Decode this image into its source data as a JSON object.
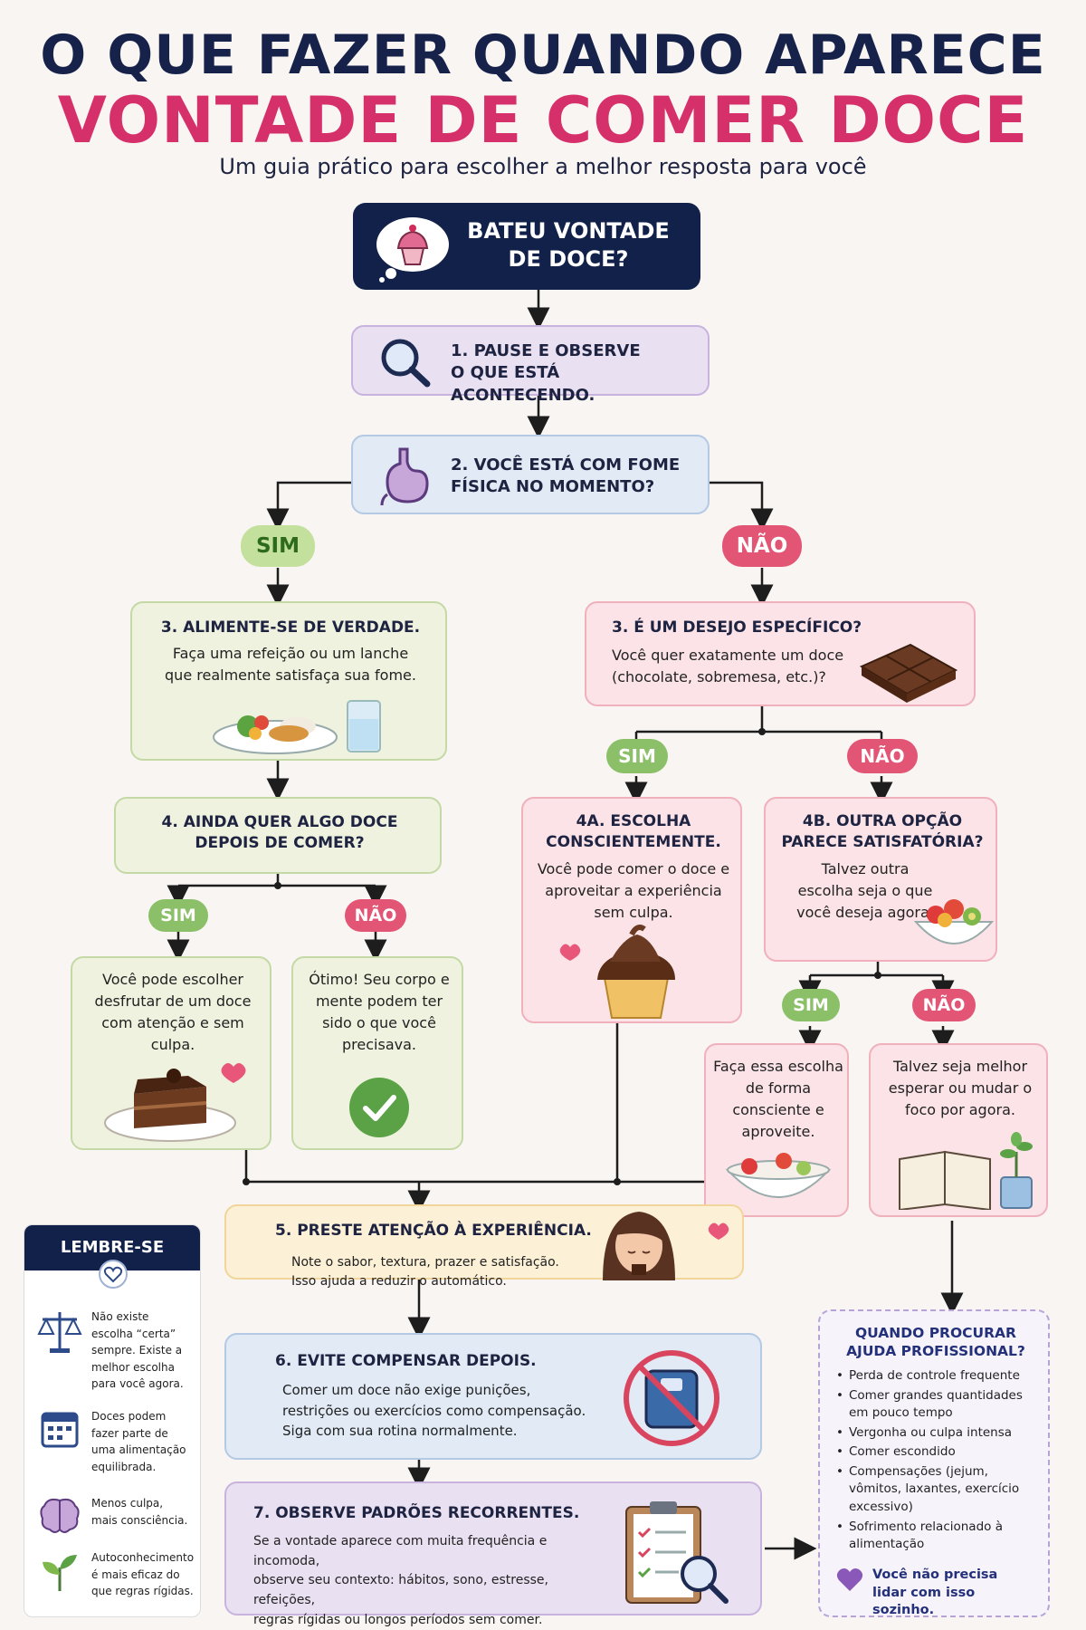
{
  "title": {
    "line1": "O QUE FAZER QUANDO APARECE",
    "line2": "VONTADE DE COMER DOCE",
    "subtitle": "Um guia prático para escolher a melhor resposta para você"
  },
  "start": {
    "line1": "BATEU VONTADE",
    "line2": "DE DOCE?"
  },
  "step1": {
    "line1": "1. PAUSE E OBSERVE",
    "line2": "O QUE ESTÁ ACONTECENDO."
  },
  "step2": {
    "line1": "2. VOCÊ ESTÁ COM FOME",
    "line2": "FÍSICA NO MOMENTO?"
  },
  "labels": {
    "sim": "SIM",
    "nao": "NÃO"
  },
  "left": {
    "step3_title": "3. ALIMENTE-SE DE VERDADE.",
    "step3_text": "Faça uma refeição ou um lanche que realmente satisfaça sua fome.",
    "step4_title": "4. AINDA QUER ALGO DOCE DEPOIS DE COMER?",
    "sim_text": "Você pode escolher desfrutar de um doce com atenção e sem culpa.",
    "nao_text": "Ótimo! Seu corpo e mente podem ter sido o que você precisava."
  },
  "right": {
    "step3_title": "3. É UM DESEJO ESPECÍFICO?",
    "step3_text": "Você quer exatamente um doce (chocolate, sobremesa, etc.)?",
    "a_title": "4A. ESCOLHA CONSCIENTEMENTE.",
    "a_text": "Você pode comer o doce e aproveitar a experiência sem culpa.",
    "b_title": "4B. OUTRA OPÇÃO PARECE SATISFATÓRIA?",
    "b_text": "Talvez outra escolha seja o que você deseja agora.",
    "b_sim_text": "Faça essa escolha de forma consciente e aproveite.",
    "b_nao_text": "Talvez seja melhor esperar ou mudar o foco por agora."
  },
  "step5": {
    "title": "5. PRESTE ATENÇÃO À EXPERIÊNCIA.",
    "text1": "Note o sabor, textura, prazer e satisfação.",
    "text2": "Isso ajuda a reduzir o automático."
  },
  "step6": {
    "title": "6. EVITE COMPENSAR DEPOIS.",
    "text1": "Comer um doce não exige punições,",
    "text2": "restrições ou exercícios como compensação.",
    "text3": "Siga com sua rotina normalmente."
  },
  "step7": {
    "title": "7. OBSERVE PADRÕES RECORRENTES.",
    "text1": "Se a vontade aparece com muita frequência e incomoda,",
    "text2": "observe seu contexto: hábitos, sono, estresse, refeições,",
    "text3": "regras rígidas ou longos períodos sem comer."
  },
  "lembre": {
    "title": "LEMBRE-SE",
    "items": [
      {
        "icon": "balance-scale-icon",
        "text": "Não existe escolha “certa” sempre. Existe a melhor escolha para você agora."
      },
      {
        "icon": "calendar-icon",
        "text": "Doces podem fazer parte de uma alimentação equilibrada."
      },
      {
        "icon": "brain-icon",
        "text": "Menos culpa, mais consciência."
      },
      {
        "icon": "sprout-icon",
        "text": "Autoconhecimento é mais eficaz do que regras rígidas."
      }
    ]
  },
  "help": {
    "title": "QUANDO PROCURAR AJUDA PROFISSIONAL?",
    "items": [
      "Perda de controle frequente",
      "Comer grandes quantidades em pouco tempo",
      "Vergonha ou culpa intensa",
      "Comer escondido",
      "Compensações (jejum, vômitos, laxantes, exercício excessivo)",
      "Sofrimento relacionado à alimentação"
    ],
    "footer": "Você não precisa lidar com isso sozinho."
  },
  "colors": {
    "navy": "#17224a",
    "pink": "#d6306b",
    "sim_green": "#8bc068",
    "nao_red": "#e25575"
  }
}
